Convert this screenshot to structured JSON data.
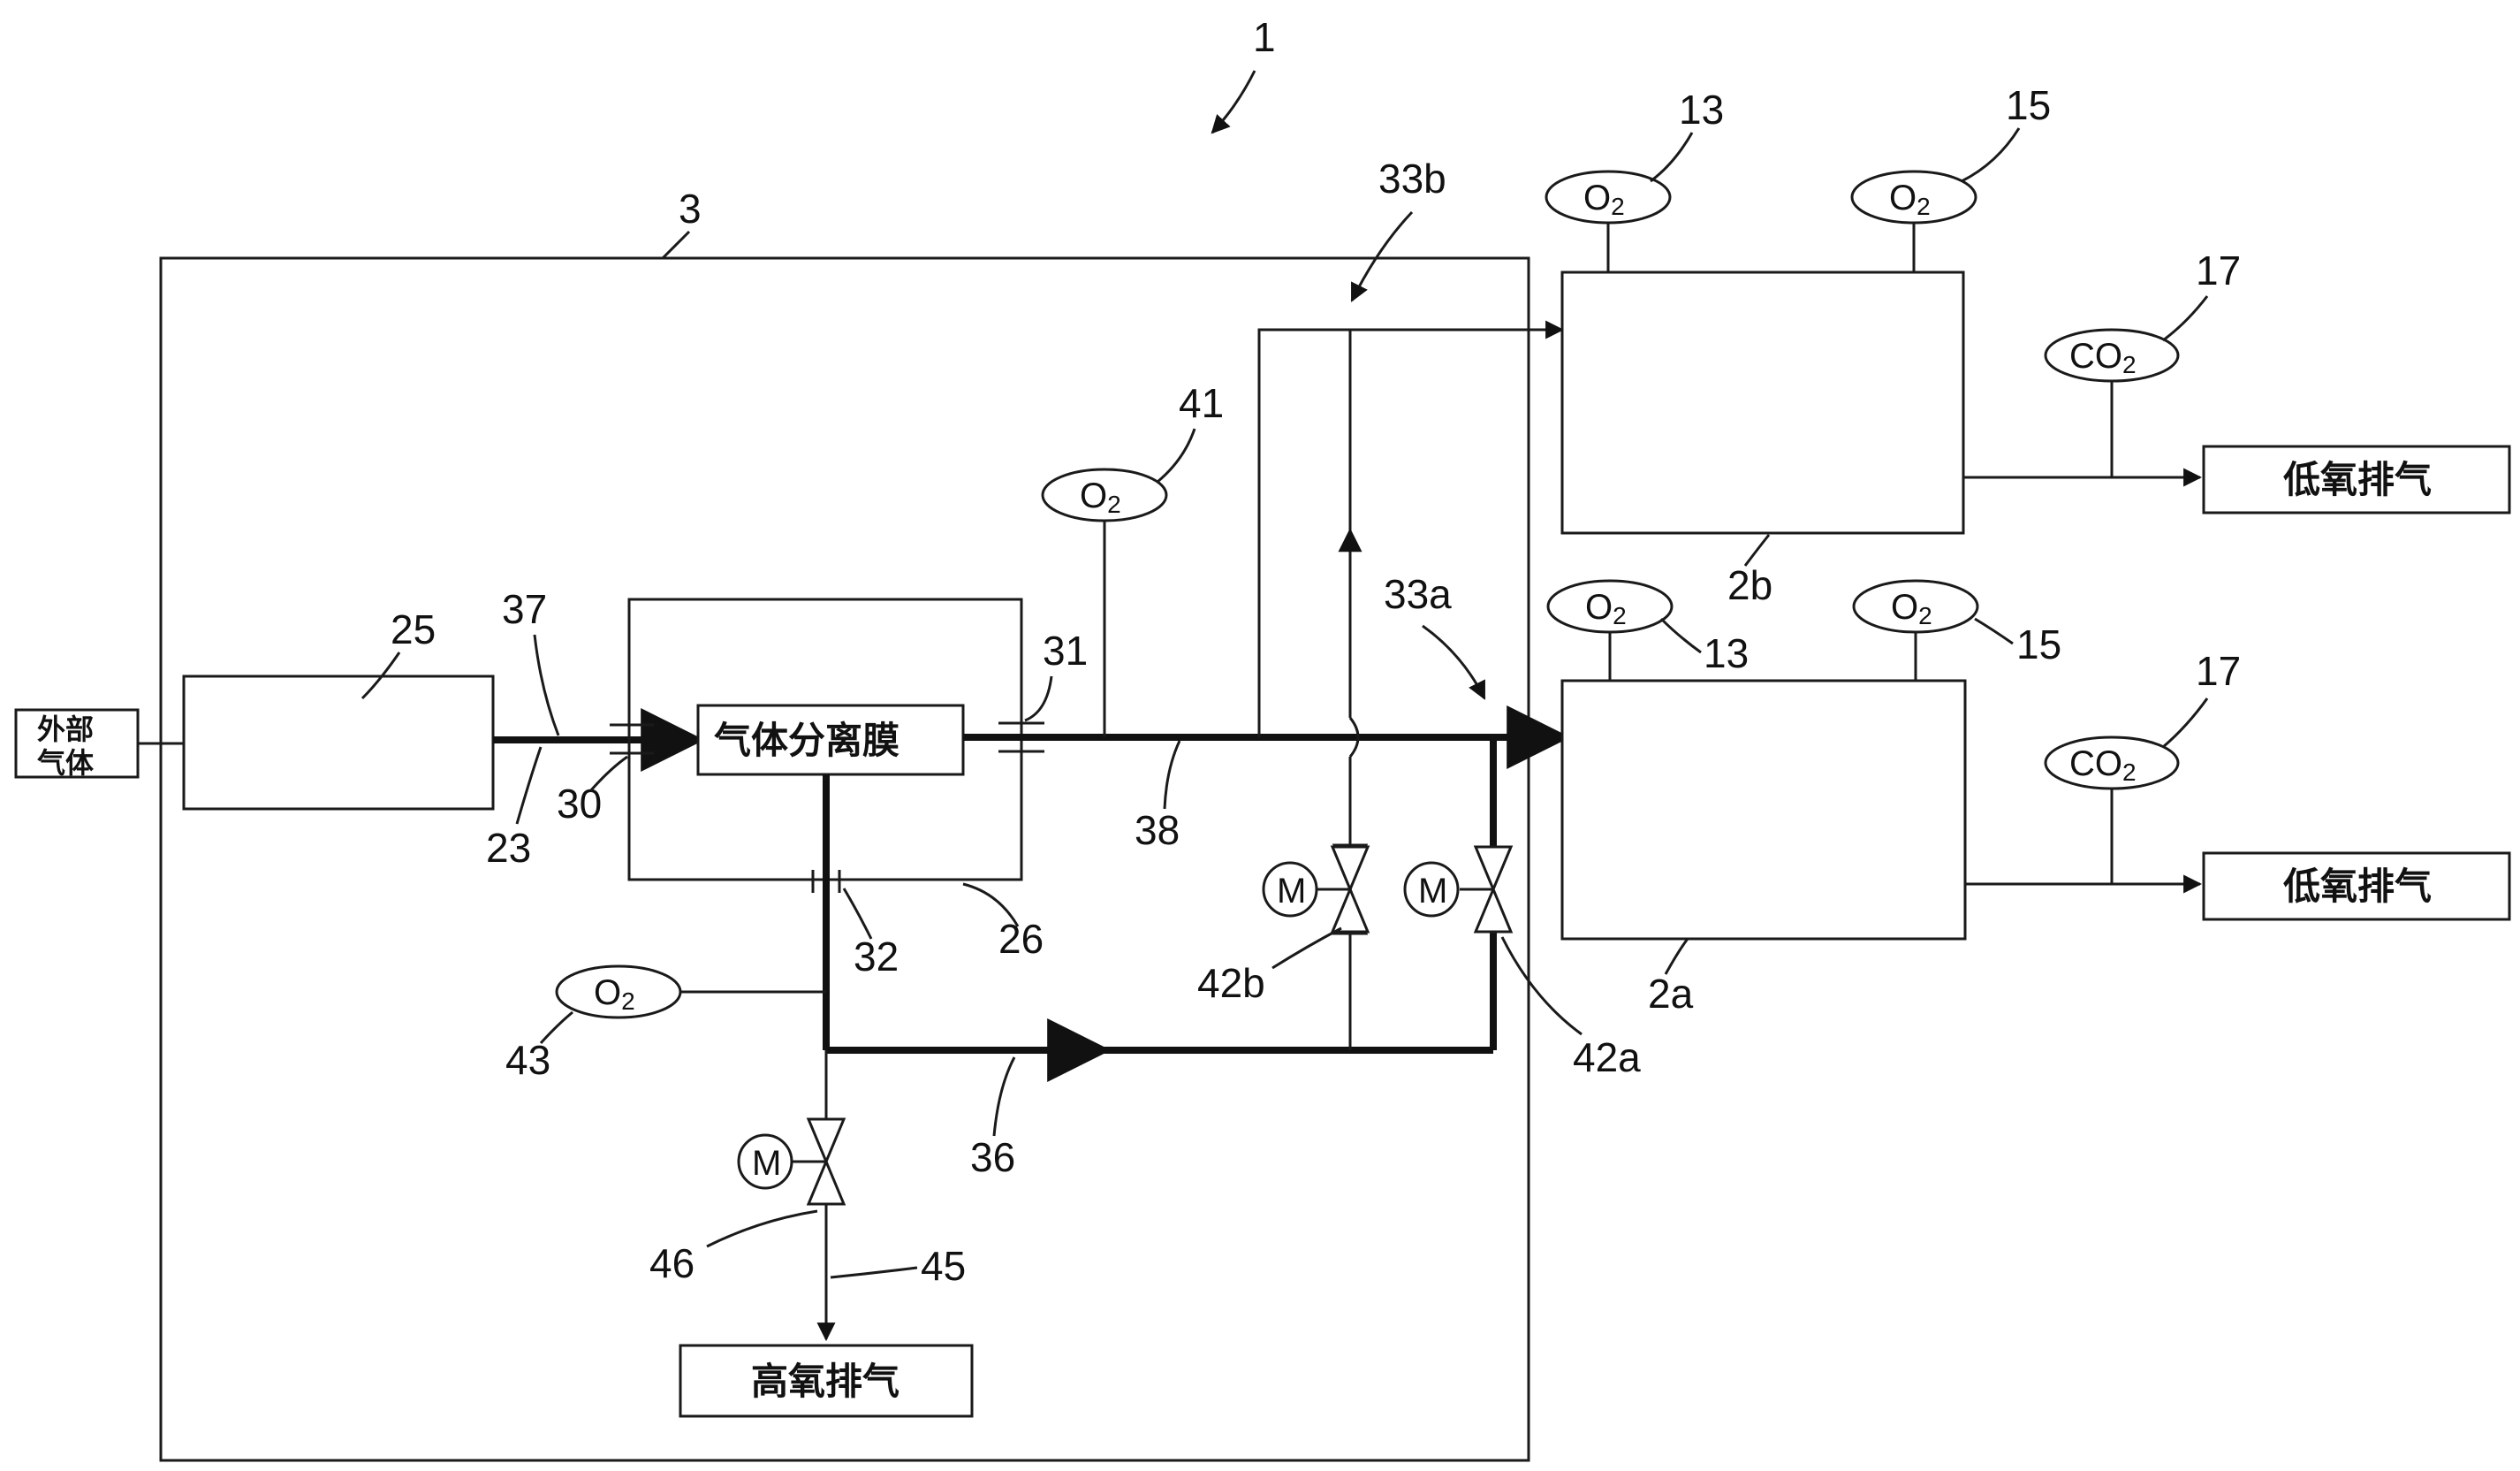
{
  "labels": {
    "system": "1",
    "unit": "3",
    "compressor": "25",
    "membrane_housing": "26",
    "pipe_23": "23",
    "pipe_37": "37",
    "joint_30": "30",
    "joint_31": "31",
    "joint_32": "32",
    "pipe_38": "38",
    "pipe_36": "36",
    "branch_33a": "33a",
    "branch_33b": "33b",
    "valve_42a": "42a",
    "valve_42b": "42b",
    "sensor_41": "41",
    "sensor_43": "43",
    "valve_46": "46",
    "pipe_45": "45",
    "container_2a": "2a",
    "container_2b": "2b",
    "sensor_13_top": "13",
    "sensor_15_top": "15",
    "sensor_17_top": "17",
    "sensor_13_bottom": "13",
    "sensor_15_bottom": "15",
    "sensor_17_bottom": "17"
  },
  "text": {
    "outside_air_line1": "外部",
    "outside_air_line2": "气体",
    "membrane": "气体分离膜",
    "low_oxygen_exhaust_top": "低氧排气",
    "low_oxygen_exhaust_bottom": "低氧排气",
    "high_oxygen_exhaust": "高氧排气"
  },
  "sensors": {
    "o2": "O",
    "co2": "CO",
    "sub": "2",
    "motor": "M"
  }
}
